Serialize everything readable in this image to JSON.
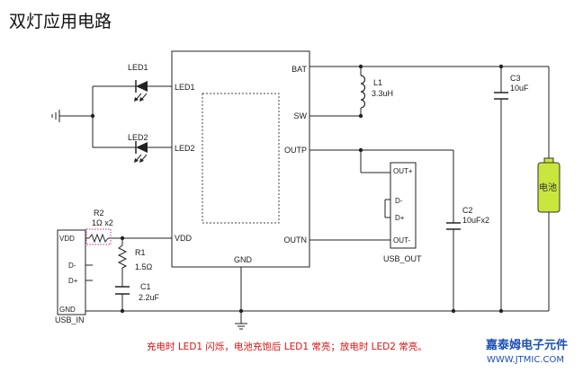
{
  "title": "双灯应用电路",
  "ic": {
    "pins_left": {
      "led1": "LED1",
      "led2": "LED2",
      "vdd": "VDD"
    },
    "pins_right": {
      "bat": "BAT",
      "sw": "SW",
      "outp": "OUTP",
      "outn": "OUTN"
    },
    "pin_bottom": "GND"
  },
  "leds": {
    "led1": "LED1",
    "led2": "LED2"
  },
  "components": {
    "l1_name": "L1",
    "l1_value": "3.3uH",
    "c3_name": "C3",
    "c3_value": "10uF",
    "c2_name": "C2",
    "c2_value": "10uFx2",
    "r2_name": "R2",
    "r2_value": "1Ω x2",
    "r1_name": "R1",
    "r1_value": "1.5Ω",
    "c1_name": "C1",
    "c1_value": "2.2uF"
  },
  "usb_out": {
    "label": "USB_OUT",
    "pins": {
      "outp": "OUT+",
      "dminus": "D-",
      "dplus": "D+",
      "outn": "OUT-"
    }
  },
  "usb_in": {
    "label": "USB_IN",
    "pins": {
      "vdd": "VDD",
      "dminus": "D-",
      "dplus": "D+",
      "gnd": "GND"
    }
  },
  "battery": {
    "label": "电池",
    "color": "#c8e63c"
  },
  "note": "充电时 LED1 闪烁，电池充饱后 LED1 常亮；放电时 LED2 常亮。",
  "brand": {
    "name": "嘉泰姆电子元件",
    "url": "WWW.JTMIC.COM"
  }
}
